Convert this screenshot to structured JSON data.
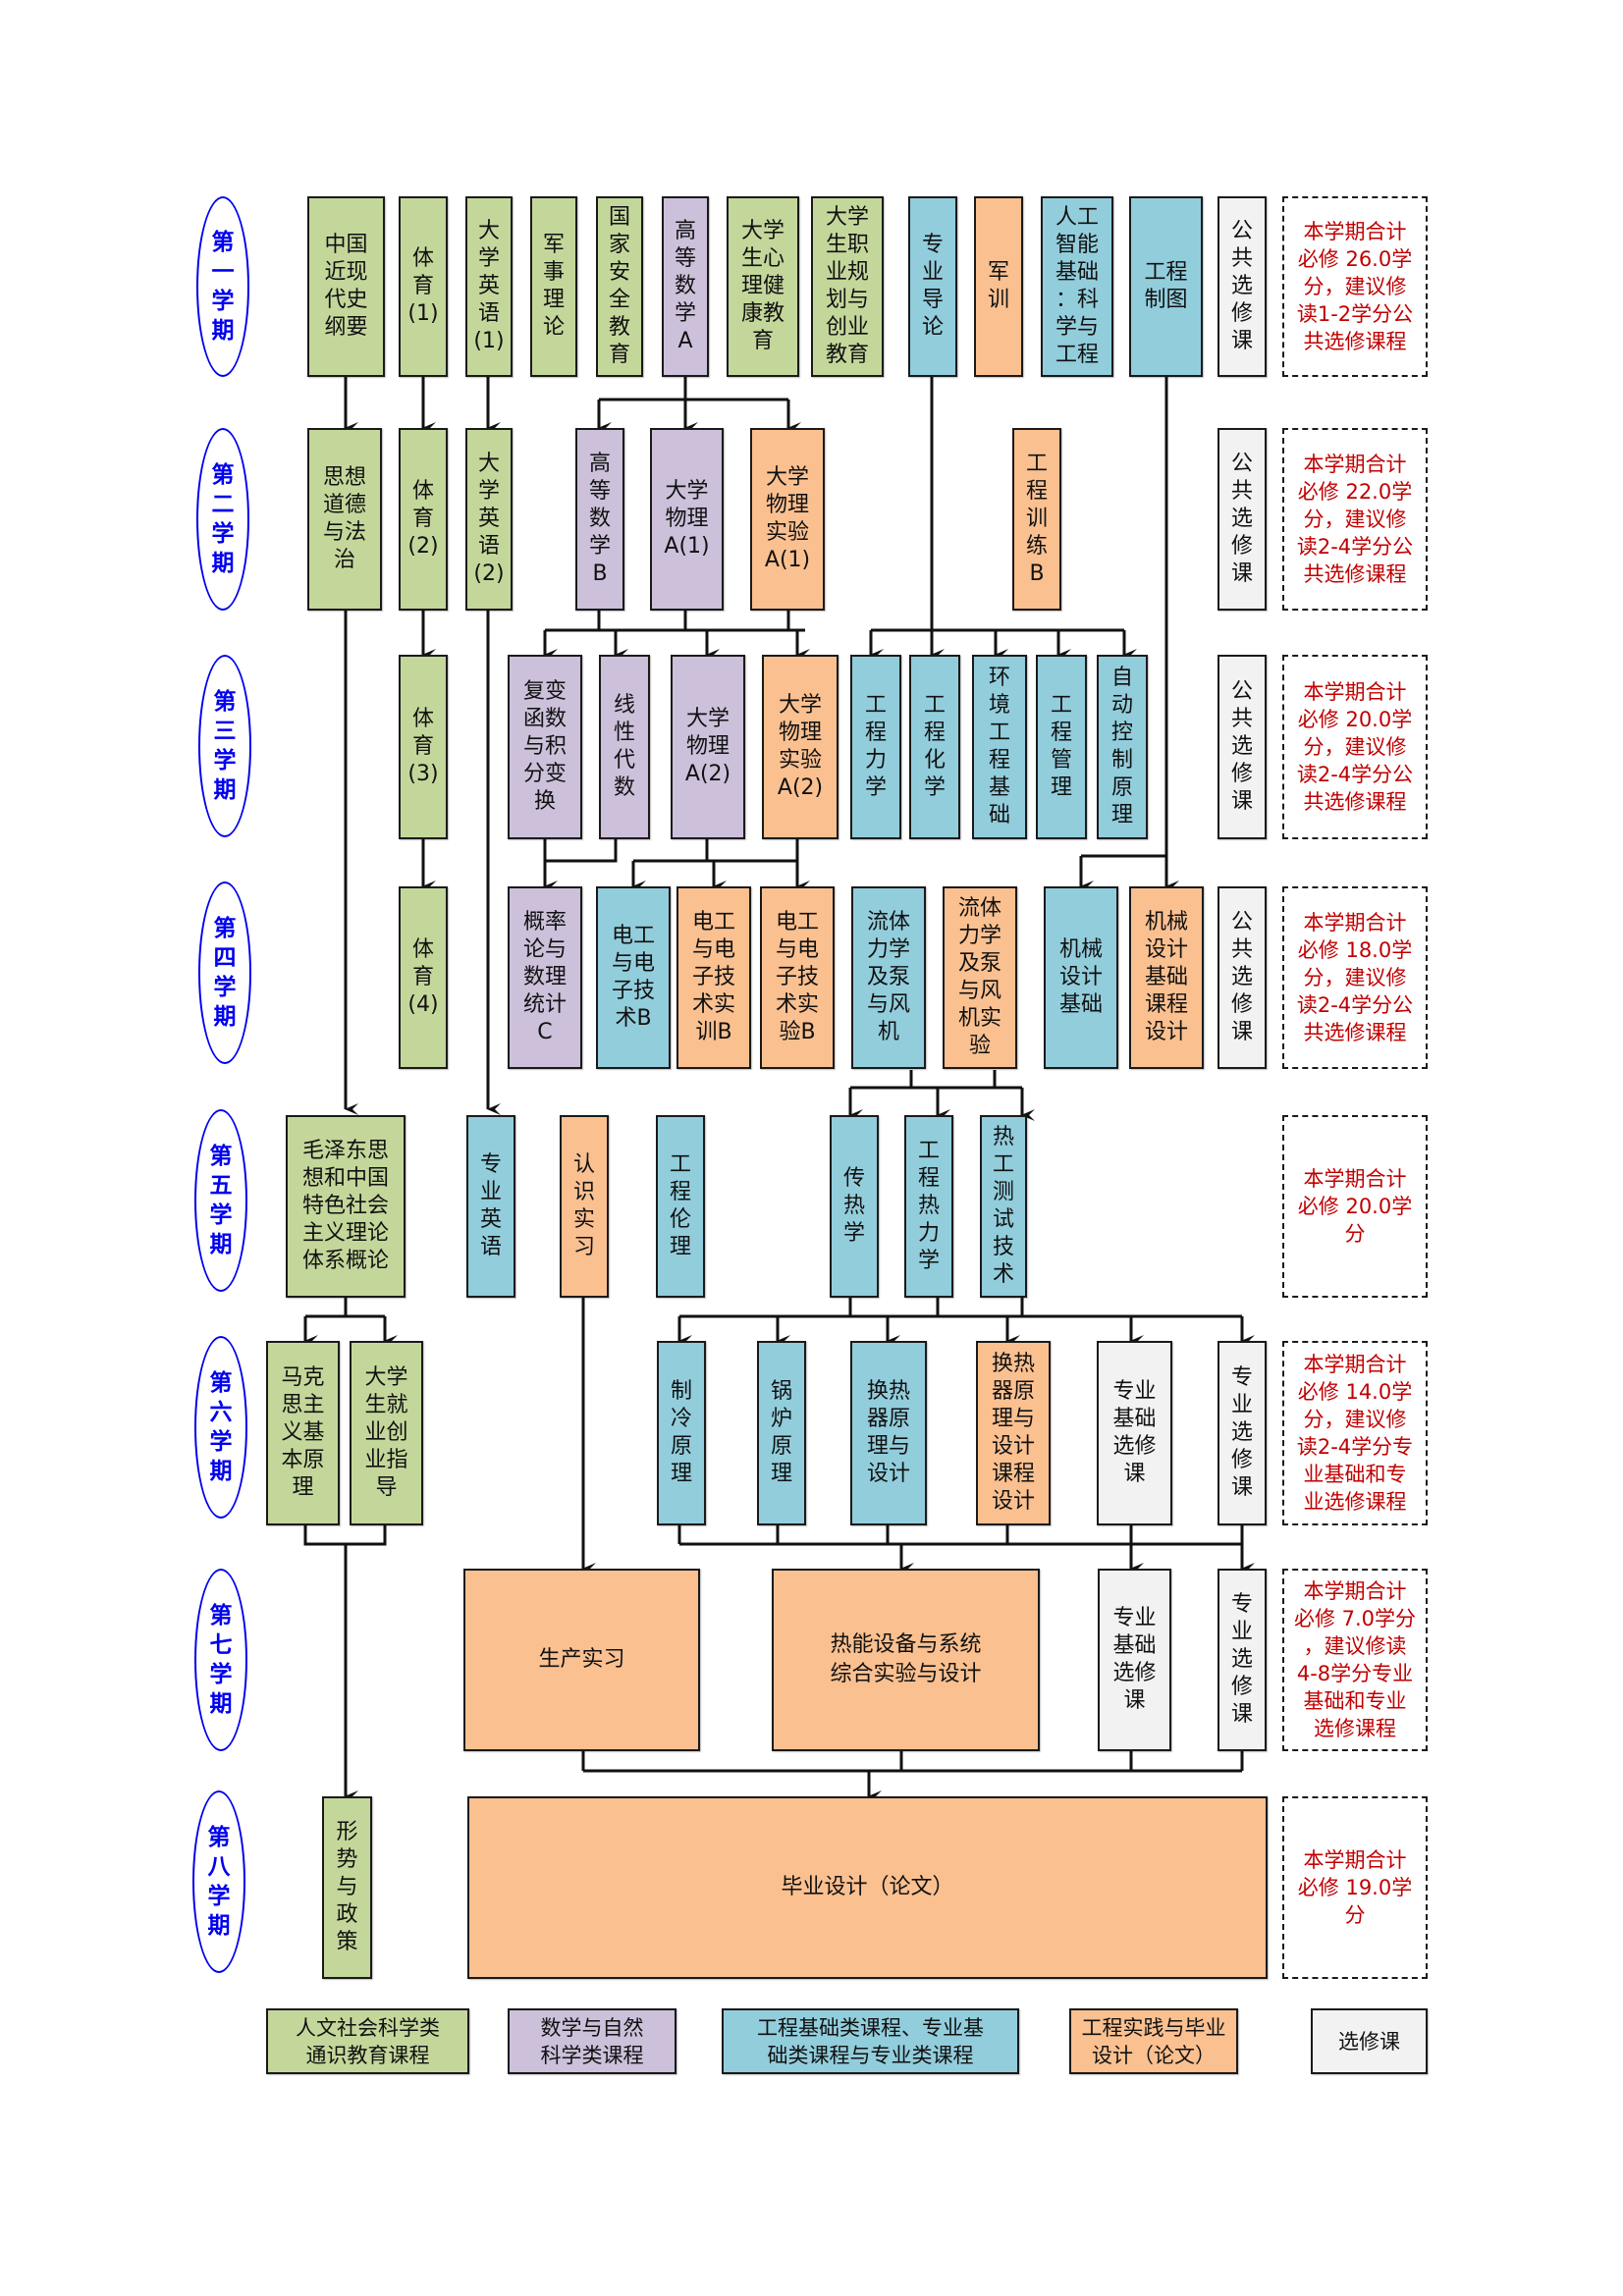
{
  "semesters": [
    {
      "label": "第一学期",
      "summary": "本学期合计\n必修 26.0学\n分，建议修\n读1-2学分公\n共选修课程"
    },
    {
      "label": "第二学期",
      "summary": "本学期合计\n必修 22.0学\n分，建议修\n读2-4学分公\n共选修课程"
    },
    {
      "label": "第三学期",
      "summary": "本学期合计\n必修 20.0学\n分，建议修\n读2-4学分公\n共选修课程"
    },
    {
      "label": "第四学期",
      "summary": "本学期合计\n必修 18.0学\n分，建议修\n读2-4学分公\n共选修课程"
    },
    {
      "label": "第五学期",
      "summary": "本学期合计\n必修 20.0学\n分"
    },
    {
      "label": "第六学期",
      "summary": "本学期合计\n必修 14.0学\n分，建议修\n读2-4学分专\n业基础和专\n业选修课程"
    },
    {
      "label": "第七学期",
      "summary": "本学期合计\n必修 7.0学分\n，建议修读\n4-8学分专业\n基础和专业\n选修课程"
    },
    {
      "label": "第八学期",
      "summary": "本学期合计\n必修 19.0学\n分"
    }
  ],
  "courses": {
    "s1": [
      "中国\n近现\n代史\n纲要",
      "体\n育\n(1)",
      "大\n学\n英\n语\n(1)",
      "军\n事\n理\n论",
      "国\n家\n安\n全\n教\n育",
      "高\n等\n数\n学\nA",
      "大学\n生心\n理健\n康教\n育",
      "大学\n生职\n业规\n划与\n创业\n教育",
      "专\n业\n导\n论",
      "军\n训",
      "人工\n智能\n基础\n：科\n学与\n工程",
      "工程\n制图",
      "公\n共\n选\n修\n课"
    ],
    "s2": [
      "思想\n道德\n与法\n治",
      "体\n育\n(2)",
      "大\n学\n英\n语\n(2)",
      "高\n等\n数\n学\nB",
      "大学\n物理\nA(1)",
      "大学\n物理\n实验\nA(1)",
      "工\n程\n训\n练\nB",
      "公\n共\n选\n修\n课"
    ],
    "s3": [
      "体\n育\n(3)",
      "复变\n函数\n与积\n分变\n换",
      "线\n性\n代\n数",
      "大学\n物理\nA(2)",
      "大学\n物理\n实验\nA(2)",
      "工\n程\n力\n学",
      "工\n程\n化\n学",
      "环\n境\n工\n程\n基\n础",
      "工\n程\n管\n理",
      "自\n动\n控\n制\n原\n理",
      "公\n共\n选\n修\n课"
    ],
    "s4": [
      "体\n育\n(4)",
      "概率\n论与\n数理\n统计\nC",
      "电工\n与电\n子技\n术B",
      "电工\n与电\n子技\n术实\n训B",
      "电工\n与电\n子技\n术实\n验B",
      "流体\n力学\n及泵\n与风\n机",
      "流体\n力学\n及泵\n与风\n机实\n验",
      "机械\n设计\n基础",
      "机械\n设计\n基础\n课程\n设计",
      "公\n共\n选\n修\n课"
    ],
    "s5": [
      "毛泽东思\n想和中国\n特色社会\n主义理论\n体系概论",
      "专\n业\n英\n语",
      "认\n识\n实\n习",
      "工\n程\n伦\n理",
      "传\n热\n学",
      "工\n程\n热\n力\n学",
      "热\n工\n测\n试\n技\n术"
    ],
    "s6": [
      "马克\n思主\n义基\n本原\n理",
      "大学\n生就\n业创\n业指\n导",
      "制\n冷\n原\n理",
      "锅\n炉\n原\n理",
      "换热\n器原\n理与\n设计",
      "换热\n器原\n理与\n设计\n课程\n设计",
      "专业\n基础\n选修\n课",
      "专\n业\n选\n修\n课"
    ],
    "s7": [
      "生产实习",
      "热能设备与系统\n综合实验与设计",
      "专业\n基础\n选修\n课",
      "专\n业\n选\n修\n课"
    ],
    "s8": [
      "形\n势\n与\n政\n策",
      "毕业设计（论文）"
    ]
  },
  "legend": [
    {
      "label": "人文社会科学类\n通识教育课程",
      "color": "#c4d79b"
    },
    {
      "label": "数学与自然\n科学类课程",
      "color": "#ccc0da"
    },
    {
      "label": "工程基础类课程、专业基\n础类课程与专业类课程",
      "color": "#92cddc"
    },
    {
      "label": "工程实践与毕业\n设计（论文）",
      "color": "#fac090"
    },
    {
      "label": "选修课",
      "color": "#f2f2f2"
    }
  ]
}
